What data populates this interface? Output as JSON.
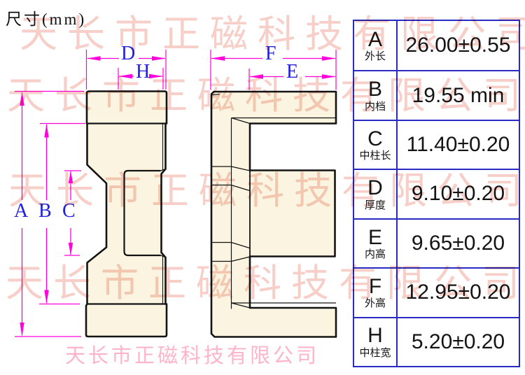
{
  "title": "尺寸(mm)",
  "watermark": {
    "row_text": "天长市正磁科技有限公司",
    "footer_text": "天长市正磁科技有限公司"
  },
  "diagram": {
    "labels": {
      "A": "A",
      "B": "B",
      "C": "C",
      "D": "D",
      "E": "E",
      "F": "F",
      "H": "H"
    },
    "dimension_color": "#ff00dc",
    "label_color": "#2020dd",
    "fill_color": "#faf4e0",
    "outline_color": "#141414"
  },
  "table": {
    "border_color": "#2a2ac4",
    "rows": [
      {
        "symbol": "A",
        "name": "外长",
        "value": "26.00±0.55"
      },
      {
        "symbol": "B",
        "name": "内档",
        "value": "19.55 min"
      },
      {
        "symbol": "C",
        "name": "中柱长",
        "value": "11.40±0.20"
      },
      {
        "symbol": "D",
        "name": "厚度",
        "value": "9.10±0.20"
      },
      {
        "symbol": "E",
        "name": "内高",
        "value": "9.65±0.20"
      },
      {
        "symbol": "F",
        "name": "外高",
        "value": "12.95±0.20"
      },
      {
        "symbol": "H",
        "name": "中柱宽",
        "value": "5.20±0.20"
      }
    ]
  }
}
